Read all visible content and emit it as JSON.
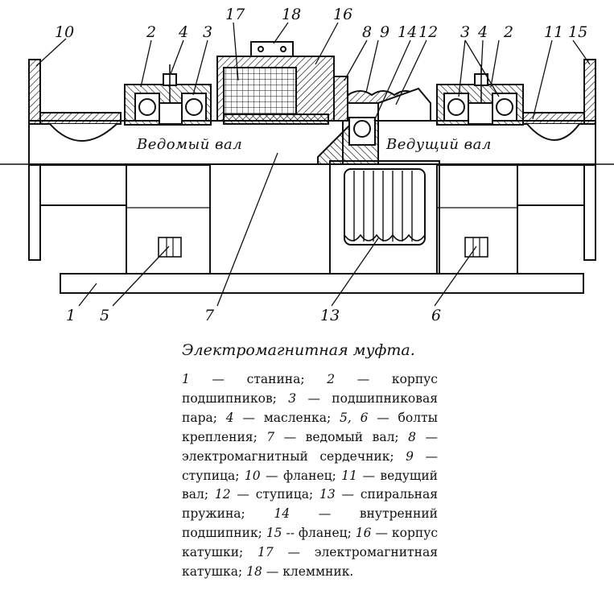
{
  "figure": {
    "shaft_labels": {
      "driven": "Ведомый вал",
      "driving": "Ведущий вал"
    },
    "part_labels": {
      "p10": "10",
      "p2a": "2",
      "p4a": "4",
      "p3a": "3",
      "p17": "17",
      "p18": "18",
      "p16": "16",
      "p8": "8",
      "p9": "9",
      "p14": "14",
      "p12": "12",
      "p3b": "3",
      "p4b": "4",
      "p2b": "2",
      "p11": "11",
      "p15": "15",
      "p1": "1",
      "p5": "5",
      "p7": "7",
      "p13": "13",
      "p6": "6"
    },
    "caption": "Электромагнитная муфта.",
    "legend": [
      {
        "num": "1",
        "text": "— станина;"
      },
      {
        "num": "2",
        "text": "— корпус подшипников;"
      },
      {
        "num": "3",
        "text": "— подшипниковая пара;"
      },
      {
        "num": "4",
        "text": "— масленка;"
      },
      {
        "num": "5, 6",
        "text": "— болты крепления;"
      },
      {
        "num": "7",
        "text": "— ведомый вал;"
      },
      {
        "num": "8",
        "text": "— электромагнитный сердечник;"
      },
      {
        "num": "9",
        "text": "— ступица;"
      },
      {
        "num": "10",
        "text": "— фланец;"
      },
      {
        "num": "11",
        "text": "— ведущий вал;"
      },
      {
        "num": "12",
        "text": "— ступица;"
      },
      {
        "num": "13",
        "text": "— спиральная пружина;"
      },
      {
        "num": "14",
        "text": "— внутренний подшипник;"
      },
      {
        "num": "15",
        "text": "-- фланец;"
      },
      {
        "num": "16",
        "text": "— корпус катушки;"
      },
      {
        "num": "17",
        "text": "— электромагнитная катушка;"
      },
      {
        "num": "18",
        "text": "— клеммник."
      }
    ]
  }
}
